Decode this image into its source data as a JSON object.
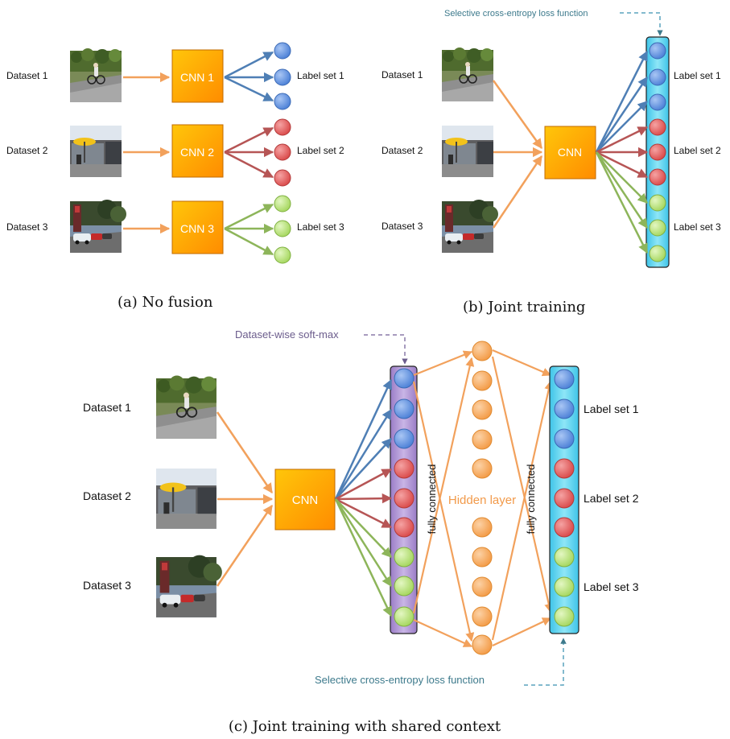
{
  "colors": {
    "orange_arrow": "#f2a15c",
    "cnn_fill_top": "#ffc107",
    "cnn_fill_bottom": "#ff8f00",
    "blue_node": "#5b8ee0",
    "red_node": "#e15a5a",
    "green_node": "#b9e27c",
    "hidden_node": "#f5a55a",
    "cyan_bar": "#5ed3ee",
    "purple_bar": "#a98fd0",
    "blue_arrow": "#4f7fb5",
    "red_arrow": "#b65555",
    "green_arrow": "#8db55a",
    "note_purple": "#6b5c8c",
    "note_teal": "#3d7a8c"
  },
  "panel_a": {
    "datasets": [
      "Dataset 1",
      "Dataset 2",
      "Dataset 3"
    ],
    "cnns": [
      "CNN 1",
      "CNN 2",
      "CNN 3"
    ],
    "label_sets": [
      "Label set 1",
      "Label set 2",
      "Label set 3"
    ],
    "caption": "(a) No fusion"
  },
  "panel_b": {
    "datasets": [
      "Dataset 1",
      "Dataset 2",
      "Dataset 3"
    ],
    "cnn": "CNN",
    "label_sets": [
      "Label set 1",
      "Label set 2",
      "Label set 3"
    ],
    "loss_note": "Selective cross-entropy loss function",
    "caption": "(b) Joint training"
  },
  "panel_c": {
    "datasets": [
      "Dataset 1",
      "Dataset 2",
      "Dataset 3"
    ],
    "cnn": "CNN",
    "softmax_note": "Dataset-wise soft-max",
    "fc_left": "fully connected",
    "hidden": "Hidden layer",
    "fc_right": "fully connected",
    "label_sets": [
      "Label set 1",
      "Label set 2",
      "Label set 3"
    ],
    "loss_note": "Selective cross-entropy loss function",
    "caption": "(c) Joint training with shared context"
  }
}
